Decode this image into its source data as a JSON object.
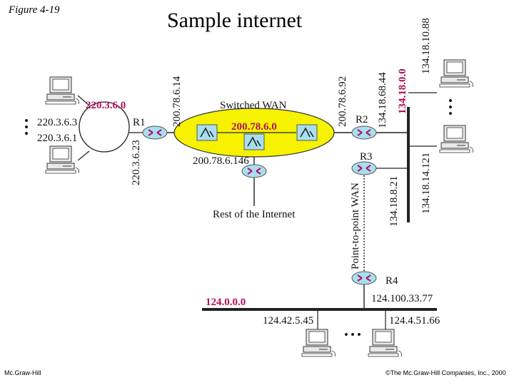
{
  "figure_label": "Figure 4-19",
  "title": "Sample internet",
  "footer_left": "Mc.Graw-Hill",
  "footer_right": "©The Mc.Graw-Hill Companies, Inc., 2000",
  "networks": {
    "ring": "220.3.6.0",
    "switched": "200.78.6.0",
    "bus_right": "134.18.0.0",
    "bus_bottom": "124.0.0.0"
  },
  "labels": {
    "switched_wan": "Switched WAN",
    "rest_of_internet": "Rest of the Internet",
    "point_to_point_wan": "Point-to-point WAN"
  },
  "routers": {
    "r1": "R1",
    "r2": "R2",
    "r3": "R3",
    "r4": "R4"
  },
  "addresses": {
    "ring_host1": "220.3.6.3",
    "ring_host2": "220.3.6.1",
    "r1_wan": "200.78.6.14",
    "r1_ring": "220.3.6.23",
    "r2_wan": "200.78.6.92",
    "r2_bus": "134.18.68.44",
    "bus_host_top": "134.18.10.88",
    "bus_host_bottom": "134.18.14.121",
    "r3_bus": "134.18.8.21",
    "wan_mid": "200.78.6.146",
    "r4_bus": "124.100.33.77",
    "bottom_host1": "124.42.5.45",
    "bottom_host2": "124.4.51.66"
  },
  "ellipsis": "• • •",
  "colors": {
    "accent": "#b0105a",
    "router": "#a8dff0",
    "wan_fill": "#f6f200"
  }
}
